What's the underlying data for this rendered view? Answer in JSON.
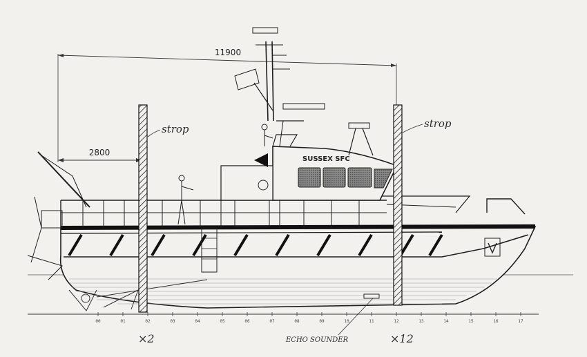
{
  "dimensions": {
    "overall_length": "11900",
    "aft_offset": "2800"
  },
  "vessel_name": "SUSSEX SFC",
  "annotations": {
    "strop_aft": "strop",
    "strop_fwd": "strop",
    "echo_sounder": "ECHO SOUNDER",
    "frame_aft": "×2",
    "frame_fwd": "×12"
  },
  "frame_numbers": [
    "00",
    "01",
    "02",
    "03",
    "04",
    "05",
    "06",
    "07",
    "08",
    "09",
    "10",
    "11",
    "12",
    "13",
    "14",
    "15",
    "16",
    "17"
  ],
  "colors": {
    "ink": "#1e1e1e",
    "paper": "#f2f1ee",
    "window": "#6d6d6d"
  }
}
